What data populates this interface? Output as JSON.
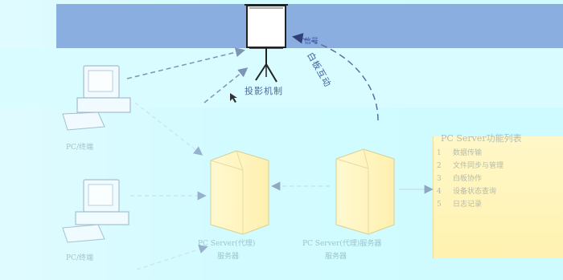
{
  "diagram": {
    "projector_label": "投影机制",
    "whiteboard_label": "白板互动",
    "signal_label": "信号",
    "pc_top_label": "PC/终端",
    "pc_bottom_label": "PC/终端",
    "server_left_label": "PC Server(代理)",
    "server_left_sublabel": "服务器",
    "server_right_label": "PC Server(代理)服务器",
    "server_right_sublabel": "服务器",
    "panel_title": "PC Server功能列表",
    "panel_items": [
      {
        "num": "1",
        "text": "数据传输"
      },
      {
        "num": "2",
        "text": "文件同步与管理"
      },
      {
        "num": "3",
        "text": "白板协作"
      },
      {
        "num": "4",
        "text": "设备状态查询"
      },
      {
        "num": "5",
        "text": "日志记录"
      }
    ],
    "colors": {
      "header_band": "#8aaee0",
      "background": "#d2fbff",
      "panel": "#fff2b0",
      "arrow": "#7f93b5",
      "accent_text": "#3b5fa0"
    }
  }
}
